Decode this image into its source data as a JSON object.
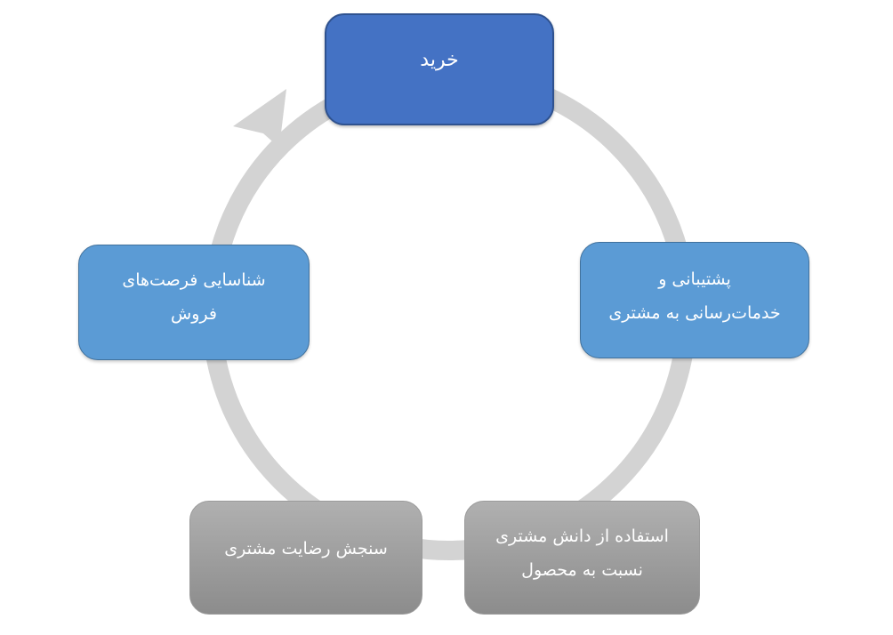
{
  "nodes": {
    "purchase": {
      "label": "خرید"
    },
    "support": {
      "line1": "پشتیبانی و",
      "line2": "خدمات‌رسانی به مشتری"
    },
    "knowledge": {
      "line1": "استفاده از دانش مشتری",
      "line2": "نسبت به محصول"
    },
    "satisfaction": {
      "label": "سنجش رضایت مشتری"
    },
    "opportunities": {
      "line1": "شناسایی فرصت‌های",
      "line2": "فروش"
    }
  },
  "colors": {
    "ring": "#d0d0d0",
    "primary": "#4472c4",
    "secondary": "#5b9bd5",
    "gray": "#9e9e9e"
  }
}
